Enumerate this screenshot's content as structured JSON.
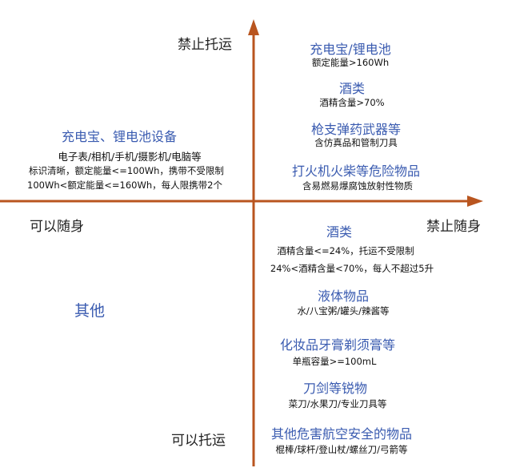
{
  "colors": {
    "axis": "#b9551f",
    "title_blue": "#3a5bb0"
  },
  "axes": {
    "top": "禁止托运",
    "bottom": "可以托运",
    "left": "可以随身",
    "right": "禁止随身"
  },
  "quadrant_tl": {
    "title": "充电宝、锂电池设备",
    "line1": "电子表/相机/手机/摄影机/电脑等",
    "line2": "标识清晰，额定能量<=100Wh，携带不受限制",
    "line3": "100Wh<额定能量<=160Wh，每人限携带2个"
  },
  "quadrant_tr": [
    {
      "title": "充电宝/锂电池",
      "detail": "额定能量>160Wh"
    },
    {
      "title": "酒类",
      "detail": "酒精含量>70%"
    },
    {
      "title": "枪支弹药武器等",
      "detail": "含仿真品和管制刀具"
    },
    {
      "title": "打火机火柴等危险物品",
      "detail": "含易燃易爆腐蚀放射性物质"
    }
  ],
  "quadrant_bl": {
    "title": "其他"
  },
  "quadrant_br": {
    "alcohol_title": "酒类",
    "alcohol_line1": "酒精含量<=24%，托运不受限制",
    "alcohol_line2": "24%<酒精含量<70%，每人不超过5升",
    "items": [
      {
        "title": "液体物品",
        "detail": "水/八宝粥/罐头/辣酱等"
      },
      {
        "title": "化妆品牙膏剃须膏等",
        "detail": "单瓶容量>=100mL"
      },
      {
        "title": "刀剑等锐物",
        "detail": "菜刀/水果刀/专业刀具等"
      },
      {
        "title": "其他危害航空安全的物品",
        "detail": "棍棒/球杆/登山杖/螺丝刀/弓箭等"
      }
    ]
  }
}
